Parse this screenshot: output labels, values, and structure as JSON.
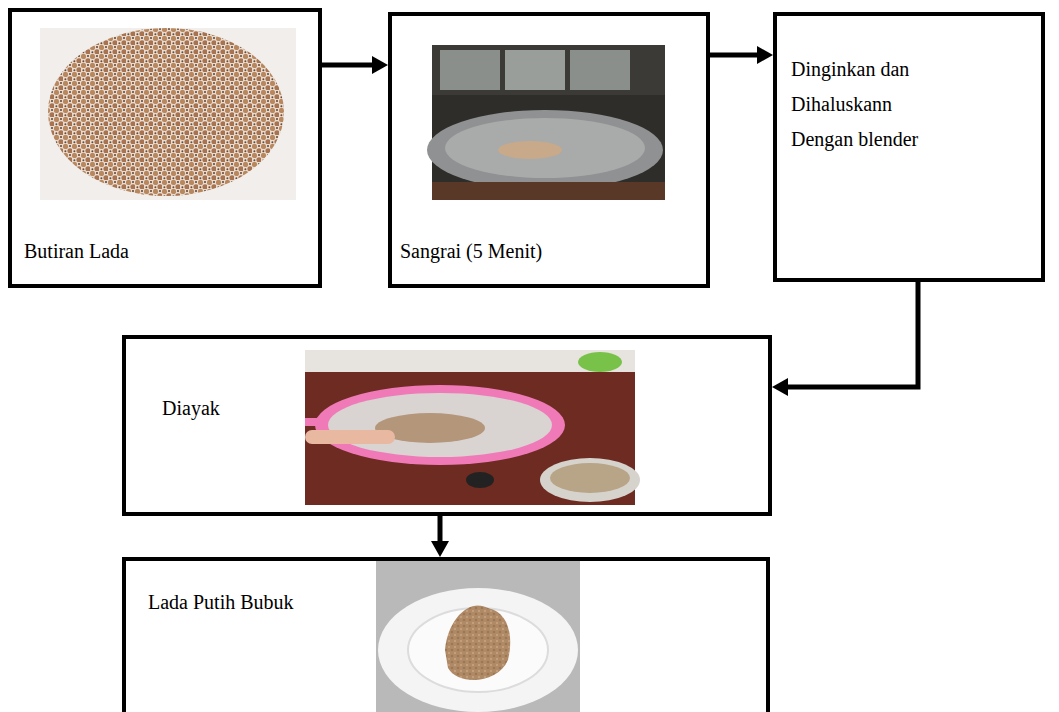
{
  "diagram": {
    "nodes": [
      {
        "text": [
          "Butiran Lada"
        ]
      },
      {
        "text": [
          "Sangrai (5 Menit)"
        ]
      },
      {
        "text": [
          "Dinginkan dan Dihaluskann Dengan blender"
        ]
      },
      {
        "text": [
          "Diayak"
        ]
      },
      {
        "text": [
          "Lada Putih Bubuk"
        ]
      }
    ],
    "edges": [
      {
        "from": 0,
        "to": 1,
        "arrow": "to"
      },
      {
        "from": 1,
        "to": 2,
        "arrow": "to"
      },
      {
        "from": 2,
        "to": 3,
        "arrow": "to"
      },
      {
        "from": 3,
        "to": 4,
        "arrow": "to"
      }
    ]
  }
}
